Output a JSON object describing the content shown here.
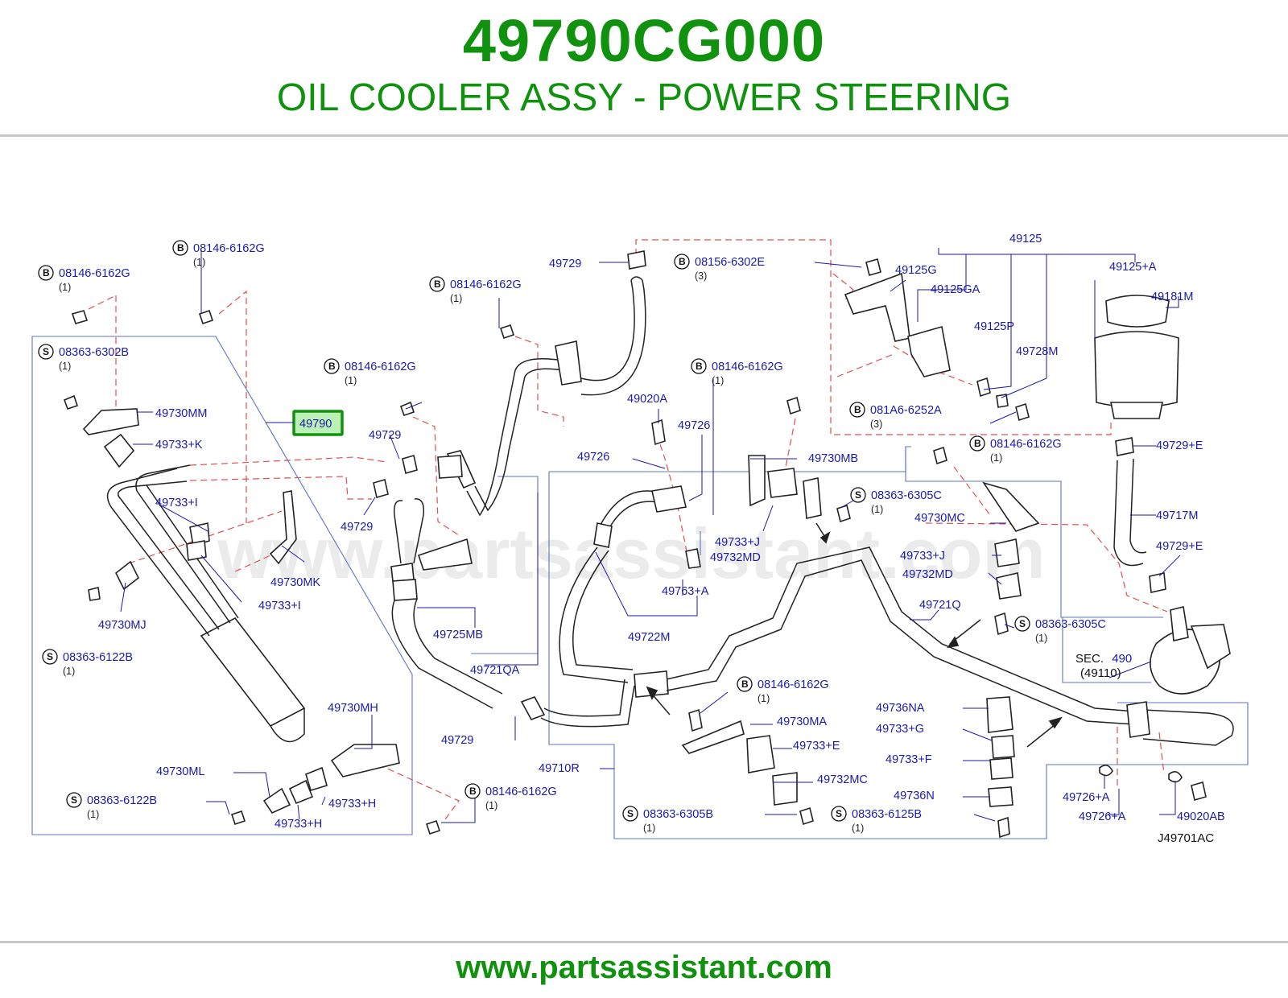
{
  "header": {
    "part_number": "49790CG000",
    "title": "OIL COOLER ASSY - POWER STEERING"
  },
  "footer": {
    "url": "www.partsassistant.com"
  },
  "diagram": {
    "watermark": "www.partsassistant.com",
    "drawing_code": "J49701AC",
    "highlighted_part": "49790",
    "colors": {
      "brand_green": "#11920f",
      "label_blue": "#1a1aa8",
      "dash_red": "#e05050",
      "highlight": "#11920f"
    },
    "labels": [
      {
        "id": "l1",
        "text": "08146-6162G",
        "badge": "B",
        "qty": "(1)"
      },
      {
        "id": "l2",
        "text": "08146-6162G",
        "badge": "B",
        "qty": "(1)"
      },
      {
        "id": "l3",
        "text": "08363-6302B",
        "badge": "S",
        "qty": "(1)"
      },
      {
        "id": "l4",
        "text": "49730MM"
      },
      {
        "id": "l5",
        "text": "49733+K"
      },
      {
        "id": "l6",
        "text": "49733+I"
      },
      {
        "id": "l7",
        "text": "49730MK"
      },
      {
        "id": "l8",
        "text": "49733+I"
      },
      {
        "id": "l9",
        "text": "49730MJ"
      },
      {
        "id": "l10",
        "text": "08363-6122B",
        "badge": "S",
        "qty": "(1)"
      },
      {
        "id": "l11",
        "text": "49730MH"
      },
      {
        "id": "l12",
        "text": "49730ML"
      },
      {
        "id": "l13",
        "text": "08363-6122B",
        "badge": "S",
        "qty": "(1)"
      },
      {
        "id": "l14",
        "text": "49733+H"
      },
      {
        "id": "l15",
        "text": "49733+H"
      },
      {
        "id": "l16",
        "text": "08146-6162G",
        "badge": "B",
        "qty": "(1)"
      },
      {
        "id": "l17",
        "text": "08146-6162G",
        "badge": "B",
        "qty": "(1)"
      },
      {
        "id": "l18",
        "text": "49729"
      },
      {
        "id": "l19",
        "text": "49729"
      },
      {
        "id": "l20",
        "text": "08146-6162G",
        "badge": "B",
        "qty": "(1)"
      },
      {
        "id": "l21",
        "text": "49729"
      },
      {
        "id": "l22",
        "text": "08156-6302E",
        "badge": "B",
        "qty": "(3)"
      },
      {
        "id": "l23",
        "text": "49725MB"
      },
      {
        "id": "l24",
        "text": "49721QA"
      },
      {
        "id": "l25",
        "text": "49729"
      },
      {
        "id": "l26",
        "text": "49710R"
      },
      {
        "id": "l27",
        "text": "49020A"
      },
      {
        "id": "l28",
        "text": "49726"
      },
      {
        "id": "l29",
        "text": "49726"
      },
      {
        "id": "l30",
        "text": "08146-6162G",
        "badge": "B",
        "qty": "(1)"
      },
      {
        "id": "l31",
        "text": "49730MB"
      },
      {
        "id": "l32",
        "text": "08363-6305C",
        "badge": "S",
        "qty": "(1)"
      },
      {
        "id": "l33",
        "text": "49733+J"
      },
      {
        "id": "l34",
        "text": "49732MD"
      },
      {
        "id": "l35",
        "text": "49763+A"
      },
      {
        "id": "l36",
        "text": "49722M"
      },
      {
        "id": "l37",
        "text": "08146-6162G",
        "badge": "B",
        "qty": "(1)"
      },
      {
        "id": "l38",
        "text": "49730MA"
      },
      {
        "id": "l39",
        "text": "49733+E"
      },
      {
        "id": "l40",
        "text": "49732MC"
      },
      {
        "id": "l41",
        "text": "08363-6305B",
        "badge": "S",
        "qty": "(1)"
      },
      {
        "id": "l42",
        "text": "08363-6125B",
        "badge": "S",
        "qty": "(1)"
      },
      {
        "id": "l43",
        "text": "49125"
      },
      {
        "id": "l44",
        "text": "49125G"
      },
      {
        "id": "l45",
        "text": "49125GA"
      },
      {
        "id": "l46",
        "text": "49125P"
      },
      {
        "id": "l47",
        "text": "49728M"
      },
      {
        "id": "l48",
        "text": "081A6-6252A",
        "badge": "B",
        "qty": "(3)"
      },
      {
        "id": "l49",
        "text": "49125+A"
      },
      {
        "id": "l50",
        "text": "49181M"
      },
      {
        "id": "l51",
        "text": "08146-6162G",
        "badge": "B",
        "qty": "(1)"
      },
      {
        "id": "l52",
        "text": "49730MC"
      },
      {
        "id": "l53",
        "text": "49733+J"
      },
      {
        "id": "l54",
        "text": "49732MD"
      },
      {
        "id": "l55",
        "text": "49721Q"
      },
      {
        "id": "l56",
        "text": "08363-6305C",
        "badge": "S",
        "qty": "(1)"
      },
      {
        "id": "l57",
        "text": "49729+E"
      },
      {
        "id": "l58",
        "text": "49717M"
      },
      {
        "id": "l59",
        "text": "49729+E"
      },
      {
        "id": "l60",
        "text": "SEC. 490",
        "sub": "(49110)"
      },
      {
        "id": "l61",
        "text": "49736NA"
      },
      {
        "id": "l62",
        "text": "49733+G"
      },
      {
        "id": "l63",
        "text": "49733+F"
      },
      {
        "id": "l64",
        "text": "49736N"
      },
      {
        "id": "l65",
        "text": "49726+A"
      },
      {
        "id": "l66",
        "text": "49726+A"
      },
      {
        "id": "l67",
        "text": "49020AB"
      }
    ]
  }
}
